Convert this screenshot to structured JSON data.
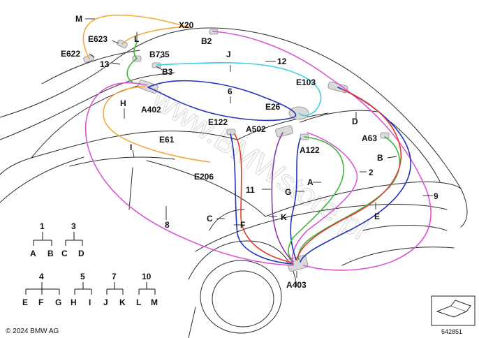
{
  "watermark": "www.BMWstore.pl",
  "copyright": "© 2024 BMW AG",
  "drawing_number": "542851",
  "colors": {
    "orange": "#f2a93b",
    "magenta": "#d957d3",
    "blue": "#2433b8",
    "cyan": "#3fd0e0",
    "green": "#3fb53a",
    "red": "#e03a2a",
    "purple": "#8a3aa8"
  },
  "labels": {
    "M": "M",
    "X20": "X20",
    "E623": "E623",
    "L": "L",
    "B2": "B2",
    "E622": "E622",
    "B735": "B735",
    "J": "J",
    "n13": "13",
    "n12": "12",
    "B3": "B3",
    "E103": "E103",
    "n6": "6",
    "H": "H",
    "A402": "A402",
    "E26": "E26",
    "E122": "E122",
    "A502": "A502",
    "D": "D",
    "E61": "E61",
    "A63": "A63",
    "I": "I",
    "A122": "A122",
    "B": "B",
    "n2": "2",
    "E206": "E206",
    "A": "A",
    "n11": "11",
    "G": "G",
    "n9": "9",
    "n8": "8",
    "C": "C",
    "F": "F",
    "K": "K",
    "E": "E",
    "A403": "A403"
  },
  "legend": [
    {
      "parent": "1",
      "children": [
        "A",
        "B"
      ]
    },
    {
      "parent": "3",
      "children": [
        "C",
        "D"
      ]
    },
    {
      "parent": "4",
      "children": [
        "E",
        "F",
        "G"
      ]
    },
    {
      "parent": "5",
      "children": [
        "H",
        "I"
      ]
    },
    {
      "parent": "7",
      "children": [
        "J",
        "K"
      ]
    },
    {
      "parent": "10",
      "children": [
        "L",
        "M"
      ]
    }
  ]
}
